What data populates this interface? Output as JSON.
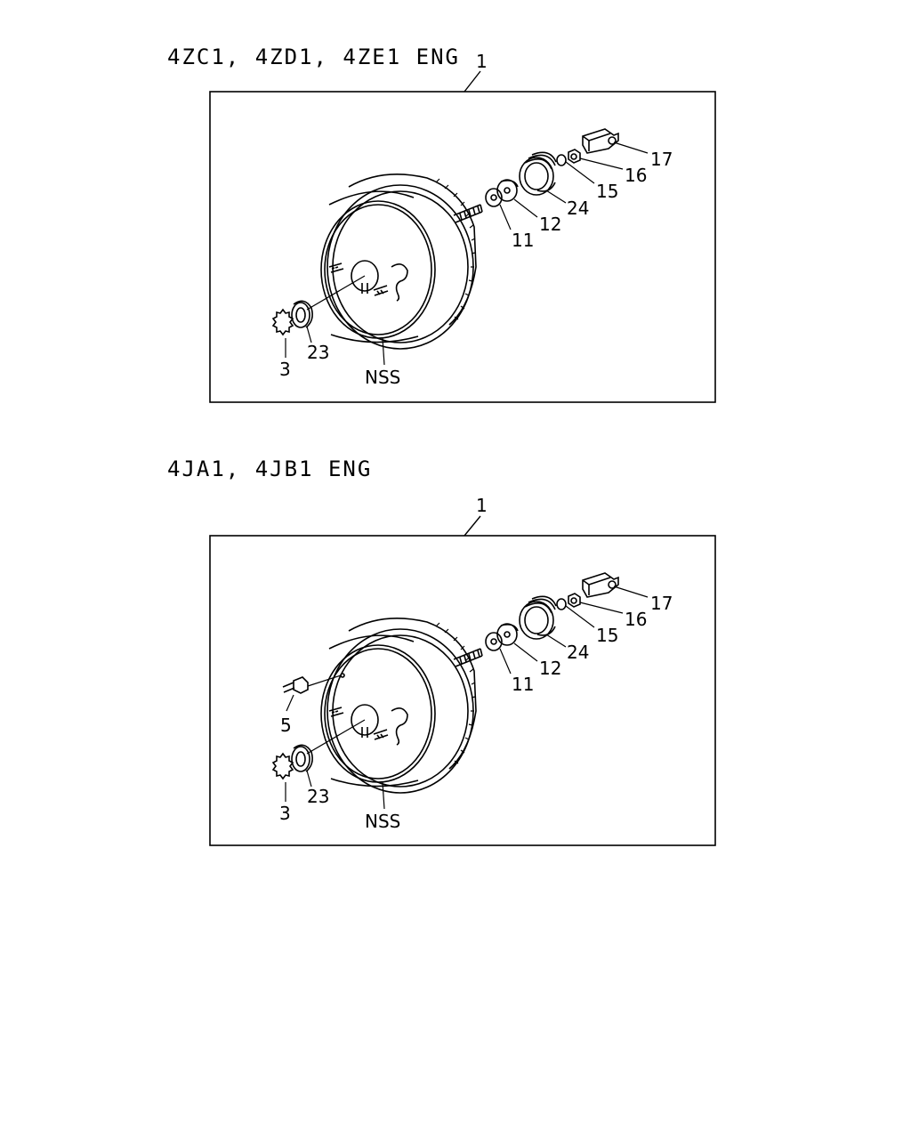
{
  "diagrams": [
    {
      "heading": "4ZC1, 4ZD1, 4ZE1  ENG",
      "assembly_callout": "1",
      "callouts": {
        "c17": "17",
        "c16": "16",
        "c15": "15",
        "c24": "24",
        "c12": "12",
        "c11": "11",
        "c23": "23",
        "c3": "3",
        "nss": "NSS"
      }
    },
    {
      "heading": "4JA1, 4JB1  ENG",
      "assembly_callout": "1",
      "callouts": {
        "c17": "17",
        "c16": "16",
        "c15": "15",
        "c24": "24",
        "c12": "12",
        "c11": "11",
        "c5": "5",
        "c23": "23",
        "c3": "3",
        "nss": "NSS"
      }
    }
  ]
}
